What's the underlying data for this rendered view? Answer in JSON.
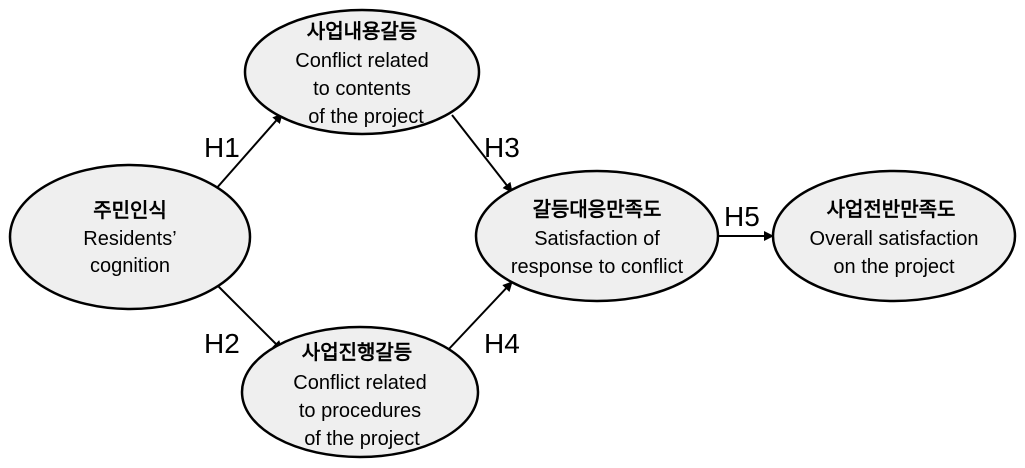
{
  "nodes": {
    "residents": {
      "title": "주민인식",
      "lines": [
        "Residents’",
        "cognition"
      ]
    },
    "contents": {
      "title": "사업내용갈등",
      "lines": [
        "Conflict related",
        "to contents",
        "of the project"
      ]
    },
    "procedures": {
      "title": "사업진행갈등",
      "lines": [
        "Conflict related",
        "to procedures",
        "of the project"
      ]
    },
    "response": {
      "title": "갈등대응만족도",
      "lines": [
        "Satisfaction of",
        "response to conflict"
      ]
    },
    "overall": {
      "title": "사업전반만족도",
      "lines": [
        "Overall satisfaction",
        "on the project"
      ]
    }
  },
  "hypotheses": {
    "h1": "H1",
    "h2": "H2",
    "h3": "H3",
    "h4": "H4",
    "h5": "H5"
  }
}
